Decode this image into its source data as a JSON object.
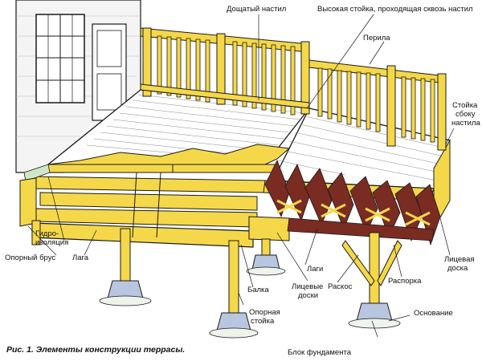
{
  "labels": {
    "board_decking": "Дощатый настил",
    "tall_post": "Высокая стойка, проходящая сквозь настил",
    "railing": "Перила",
    "side_post_1": "Стойка",
    "side_post_2": "сбоку",
    "side_post_3": "настила",
    "waterproofing_1": "Гидро-",
    "waterproofing_2": "изоляция",
    "ledger": "Опорный брус",
    "joist": "Лага",
    "beam": "Балка",
    "joists": "Лаги",
    "face_boards_1": "Лицевые",
    "face_boards_2": "доски",
    "brace": "Раскос",
    "blocking": "Распорка",
    "face_board_1": "Лицевая",
    "face_board_2": "доска",
    "support_post_1": "Опорная",
    "support_post_2": "стойка",
    "base": "Основание",
    "footing_block": "Блок фундамента"
  },
  "caption": "Рис. 1. Элементы конструкции террасы.",
  "colors": {
    "wood": "#f5d84a",
    "wood_dark": "#d9b52c",
    "joist_red": "#7a2b22",
    "deck": "#ffffff",
    "outline": "#1a1a1a",
    "wall": "#f2f2f2",
    "concrete": "#b8c6e0",
    "ground": "#e8efe6"
  }
}
